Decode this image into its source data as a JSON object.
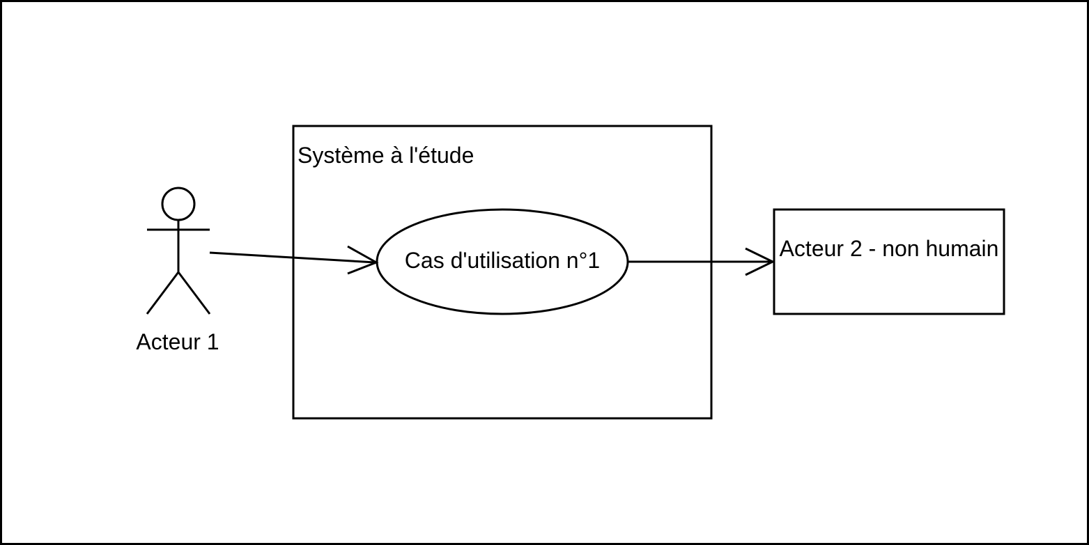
{
  "diagram": {
    "system_title": "Système à l'étude",
    "use_case": "Cas d'utilisation n°1",
    "actor_1": "Acteur 1",
    "actor_2": "Acteur 2 - non humain"
  }
}
